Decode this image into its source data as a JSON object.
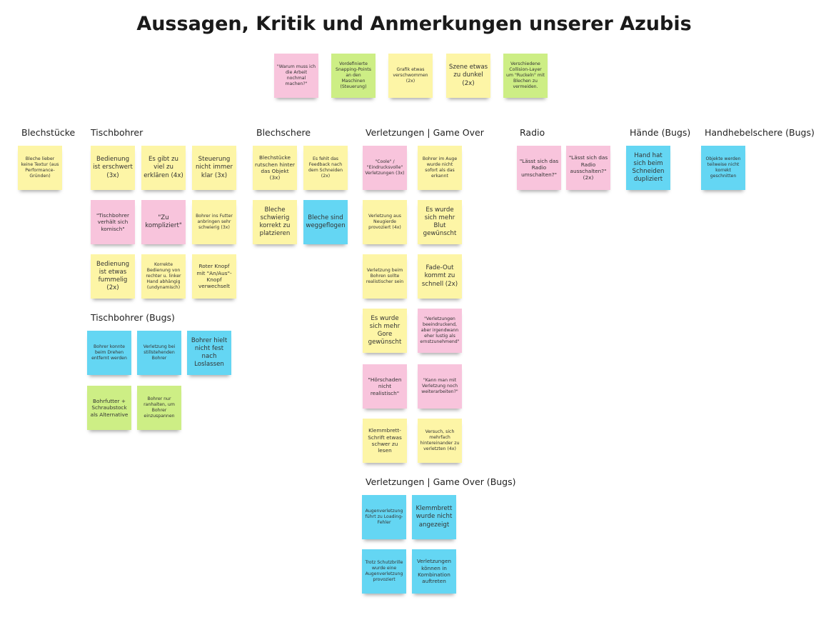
{
  "title": "Aussagen, Kritik und Anmerkungen unserer Azubis",
  "colors": {
    "yellow": "#fdf5a6",
    "pink": "#f8c4dc",
    "green": "#cdee85",
    "blue": "#64d6f3"
  },
  "top_notes": [
    "\"Warum muss ich die Arbeit nochmal machen?\"",
    "Vordefinierte Snapping-Points an den Maschinen (Steuerung)",
    "Grafik etwas verschwommen (2x)",
    "Szene etwas zu dunkel (2x)",
    "Verschiedene Collision-Layer um \"Ruckeln\" mit Blechen zu vermeiden."
  ],
  "sections": {
    "blechstuecke": {
      "label": "Blechstücke",
      "notes": [
        "Bleche lieber keine Textur (aus Performance-Gründen)"
      ]
    },
    "tischbohrer": {
      "label": "Tischbohrer",
      "notes": [
        "Bedienung ist erschwert (3x)",
        "Es gibt zu viel zu erklären (4x)",
        "Steuerung nicht immer klar (3x)",
        "\"Tischbohrer verhält sich komisch\"",
        "\"Zu kompliziert\"",
        "Bohrer ins Futter anbringen sehr schwierig (3x)",
        "Bedienung ist etwas fummelig (2x)",
        "Korrekte Bedienung von rechter u. linker Hand abhängig (undynamisch)",
        "Roter Knopf mit \"An/Aus\"-Knopf verwechselt"
      ]
    },
    "tischbohrer_bugs": {
      "label": "Tischbohrer  (Bugs)",
      "notes": [
        "Bohrer konnte beim Drehen entfernt werden",
        "Verletzung bei stillstehenden Bohrer",
        "Bohrer hielt nicht fest nach Loslassen",
        "Bohrfutter + Schraubstock als Alternative",
        "Bohrer nur ranhalten, um Bohrer einzuspannen"
      ]
    },
    "blechschere": {
      "label": "Blechschere",
      "notes": [
        "Blechstücke rutschen hinter das Objekt (3x)",
        "Es fehlt das Feedback nach dem Schneiden (2x)",
        "Bleche schwierig korrekt zu platzieren",
        "Bleche sind weggeflogen"
      ]
    },
    "verletzungen": {
      "label": "Verletzungen | Game Over",
      "notes": [
        "\"Coole\" / \"Eindrucksvolle\" Verletzungen (3x)",
        "Bohrer im Auge wurde nicht sofort als das erkannt",
        "Verletzung aus Neugierde provoziert (4x)",
        "Es wurde sich mehr Blut gewünscht",
        "Verletzung beim Bohren sollte realistischer sein",
        "Fade-Out kommt zu schnell (2x)",
        "Es wurde sich mehr Gore gewünscht",
        "\"Verletzungen beeindruckend, aber irgendwann eher lustig als ernstzunehmend\"",
        "\"Hörschaden nicht realistisch\"",
        "\"Kann man mit Verletzung noch weiterarbeiten?\"",
        "Klemmbrett-Schrift etwas schwer zu lesen",
        "Versuch, sich mehrfach hintereinander zu verletzten (4x)"
      ]
    },
    "verletzungen_bugs": {
      "label": "Verletzungen | Game Over (Bugs)",
      "notes": [
        "Augenverletzung führt zu Loading-Fehler",
        "Klemmbrett wurde nicht angezeigt",
        "Trotz Schutzbrille wurde eine Augenverletzung provoziert",
        "Verletzungen können in Kombination auftreten"
      ]
    },
    "radio": {
      "label": "Radio",
      "notes": [
        "\"Lässt sich das Radio umschalten?\"",
        "\"Lässt sich das Radio ausschalten?\" (2x)"
      ]
    },
    "haende": {
      "label": "Hände (Bugs)",
      "notes": [
        "Hand hat sich beim Schneiden dupliziert"
      ]
    },
    "handhebelschere": {
      "label": "Handhebelschere (Bugs)",
      "notes": [
        "Objekte werden teilweise nicht korrekt geschnitten"
      ]
    }
  }
}
